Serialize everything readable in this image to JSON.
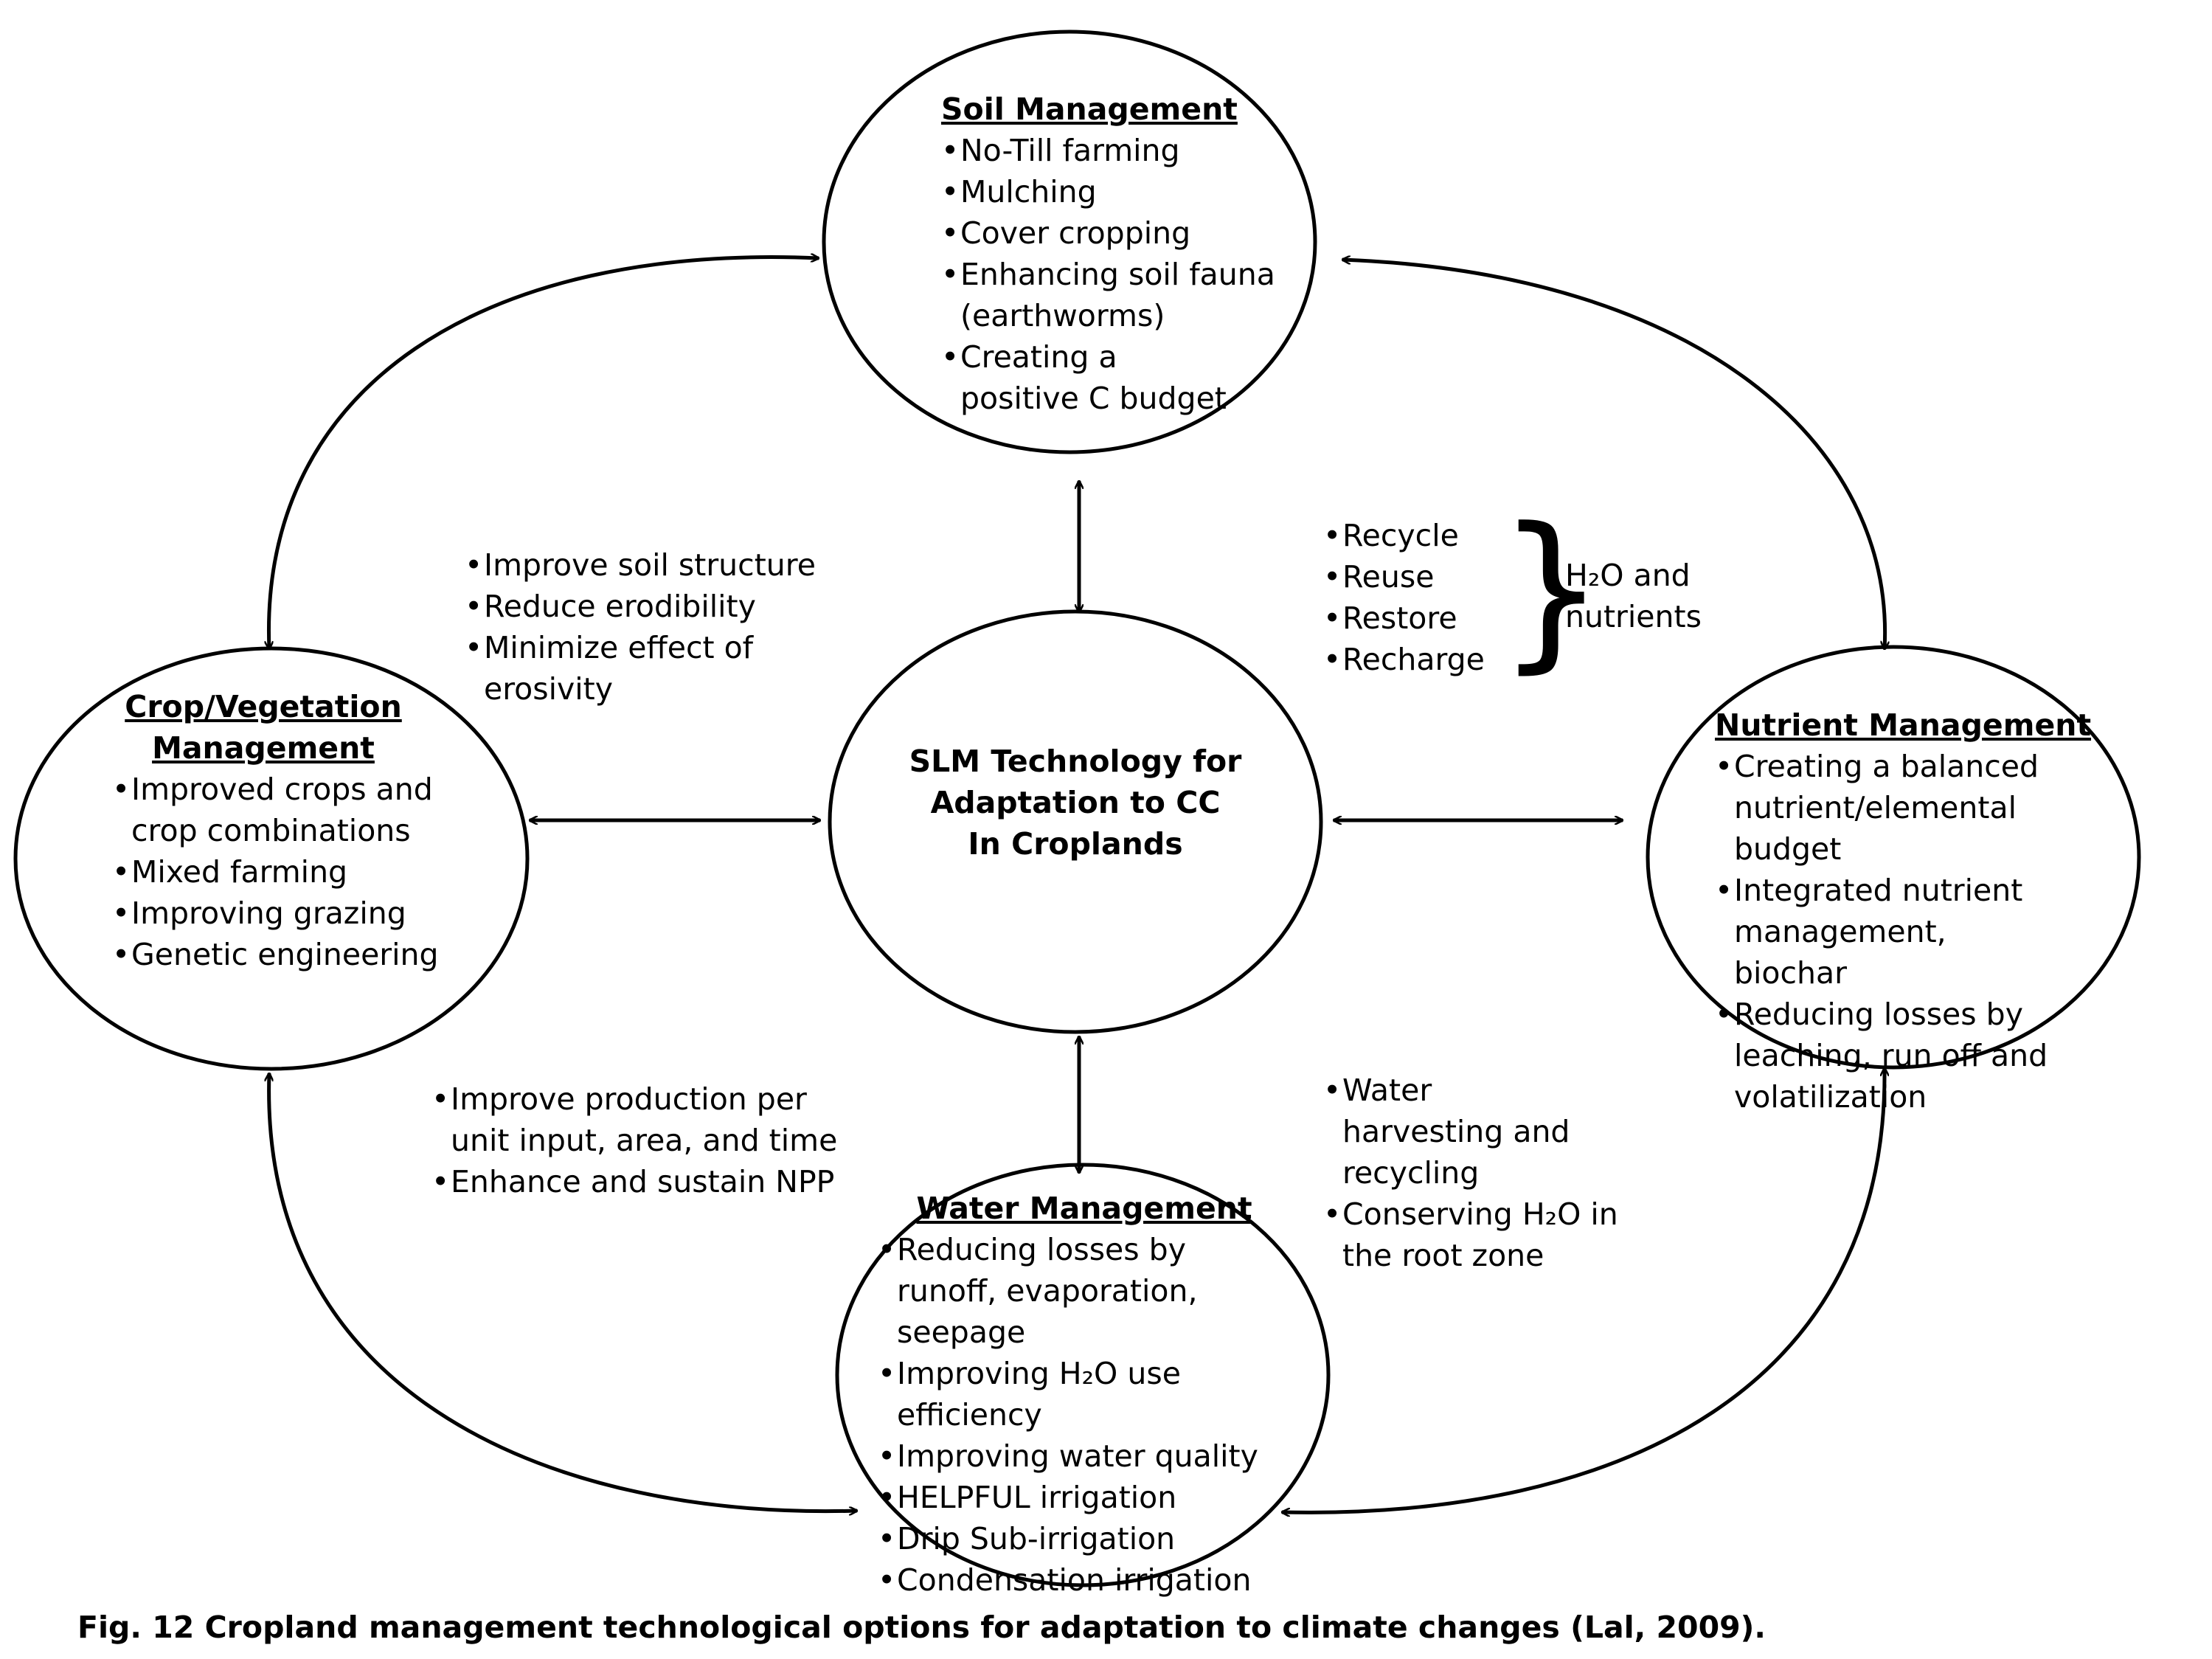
{
  "soil": {
    "title": "Soil Management",
    "items": [
      "No-Till farming",
      "Mulching",
      "Cover cropping",
      "Enhancing soil fauna (earthworms)",
      "Creating a positive C budget"
    ]
  },
  "crop": {
    "title_l1": "Crop/Vegetation",
    "title_l2": "Management",
    "items": [
      "Improved crops and crop combinations",
      "Mixed farming",
      "Improving grazing",
      "Genetic engineering"
    ]
  },
  "center": {
    "l1": "SLM Technology for",
    "l2": "Adaptation to CC",
    "l3": "In Croplands"
  },
  "nutrient": {
    "title": "Nutrient Management",
    "items": [
      "Creating a balanced nutrient/elemental budget",
      "Integrated nutrient management, biochar",
      "Reducing losses by leaching, run off and volatilization"
    ]
  },
  "water": {
    "title": "Water Management",
    "items": [
      "Reducing losses by runoff, evaporation, seepage",
      "Improving H₂O use efficiency",
      "Improving water quality",
      "HELPFUL irrigation",
      "Drip Sub-irrigation",
      "Condensation irrigation"
    ]
  },
  "soil_crop_note": {
    "items": [
      "Improve soil structure",
      "Reduce erodibility",
      "Minimize effect of erosivity"
    ]
  },
  "soil_nutrient_note": {
    "items": [
      "Recycle",
      "Reuse",
      "Restore",
      "Recharge"
    ],
    "brace": "}",
    "label_l1": "H₂O and",
    "label_l2": "nutrients"
  },
  "crop_water_note": {
    "items": [
      "Improve production per unit input, area, and time",
      "Enhance and sustain NPP"
    ]
  },
  "water_nutrient_note": {
    "items": [
      "Water harvesting and recycling",
      "Conserving H₂O in the root zone"
    ]
  },
  "caption": "Fig. 12 Cropland management technological options for adaptation to climate changes (Lal, 2009)."
}
